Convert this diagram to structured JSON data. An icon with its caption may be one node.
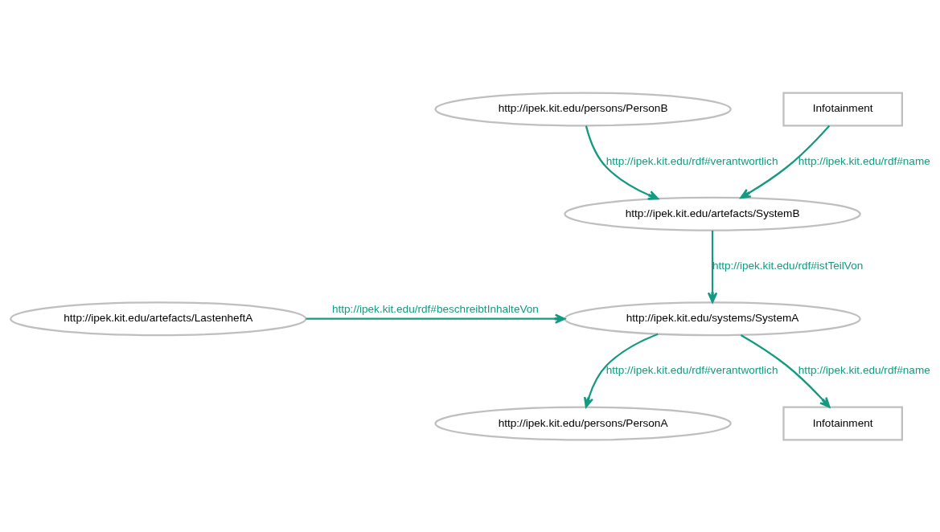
{
  "diagram": {
    "nodes": [
      {
        "text": [
          "http://ipek.kit.edu/persons/PersonB"
        ]
      },
      {
        "text": [
          "Infotainment"
        ]
      },
      {
        "text": [
          "http://ipek.kit.edu/artefacts/SystemB"
        ]
      },
      {
        "text": [
          "http://ipek.kit.edu/artefacts/LastenheftA"
        ]
      },
      {
        "text": [
          "http://ipek.kit.edu/systems/SystemA"
        ]
      },
      {
        "text": [
          "http://ipek.kit.edu/persons/PersonA"
        ]
      },
      {
        "text": [
          "Infotainment"
        ]
      }
    ],
    "edges": [
      {
        "from": 0,
        "to": 2,
        "arrow": "to",
        "label": "http://ipek.kit.edu/rdf#verantwortlich"
      },
      {
        "from": 1,
        "to": 2,
        "arrow": "to",
        "label": "http://ipek.kit.edu/rdf#name"
      },
      {
        "from": 2,
        "to": 4,
        "arrow": "to",
        "label": "http://ipek.kit.edu/rdf#istTeilVon"
      },
      {
        "from": 3,
        "to": 4,
        "arrow": "to",
        "label": "http://ipek.kit.edu/rdf#beschreibtInhalteVon"
      },
      {
        "from": 4,
        "to": 5,
        "arrow": "to",
        "label": "http://ipek.kit.edu/rdf#verantwortlich"
      },
      {
        "from": 4,
        "to": 6,
        "arrow": "to",
        "label": "http://ipek.kit.edu/rdf#name"
      }
    ]
  }
}
